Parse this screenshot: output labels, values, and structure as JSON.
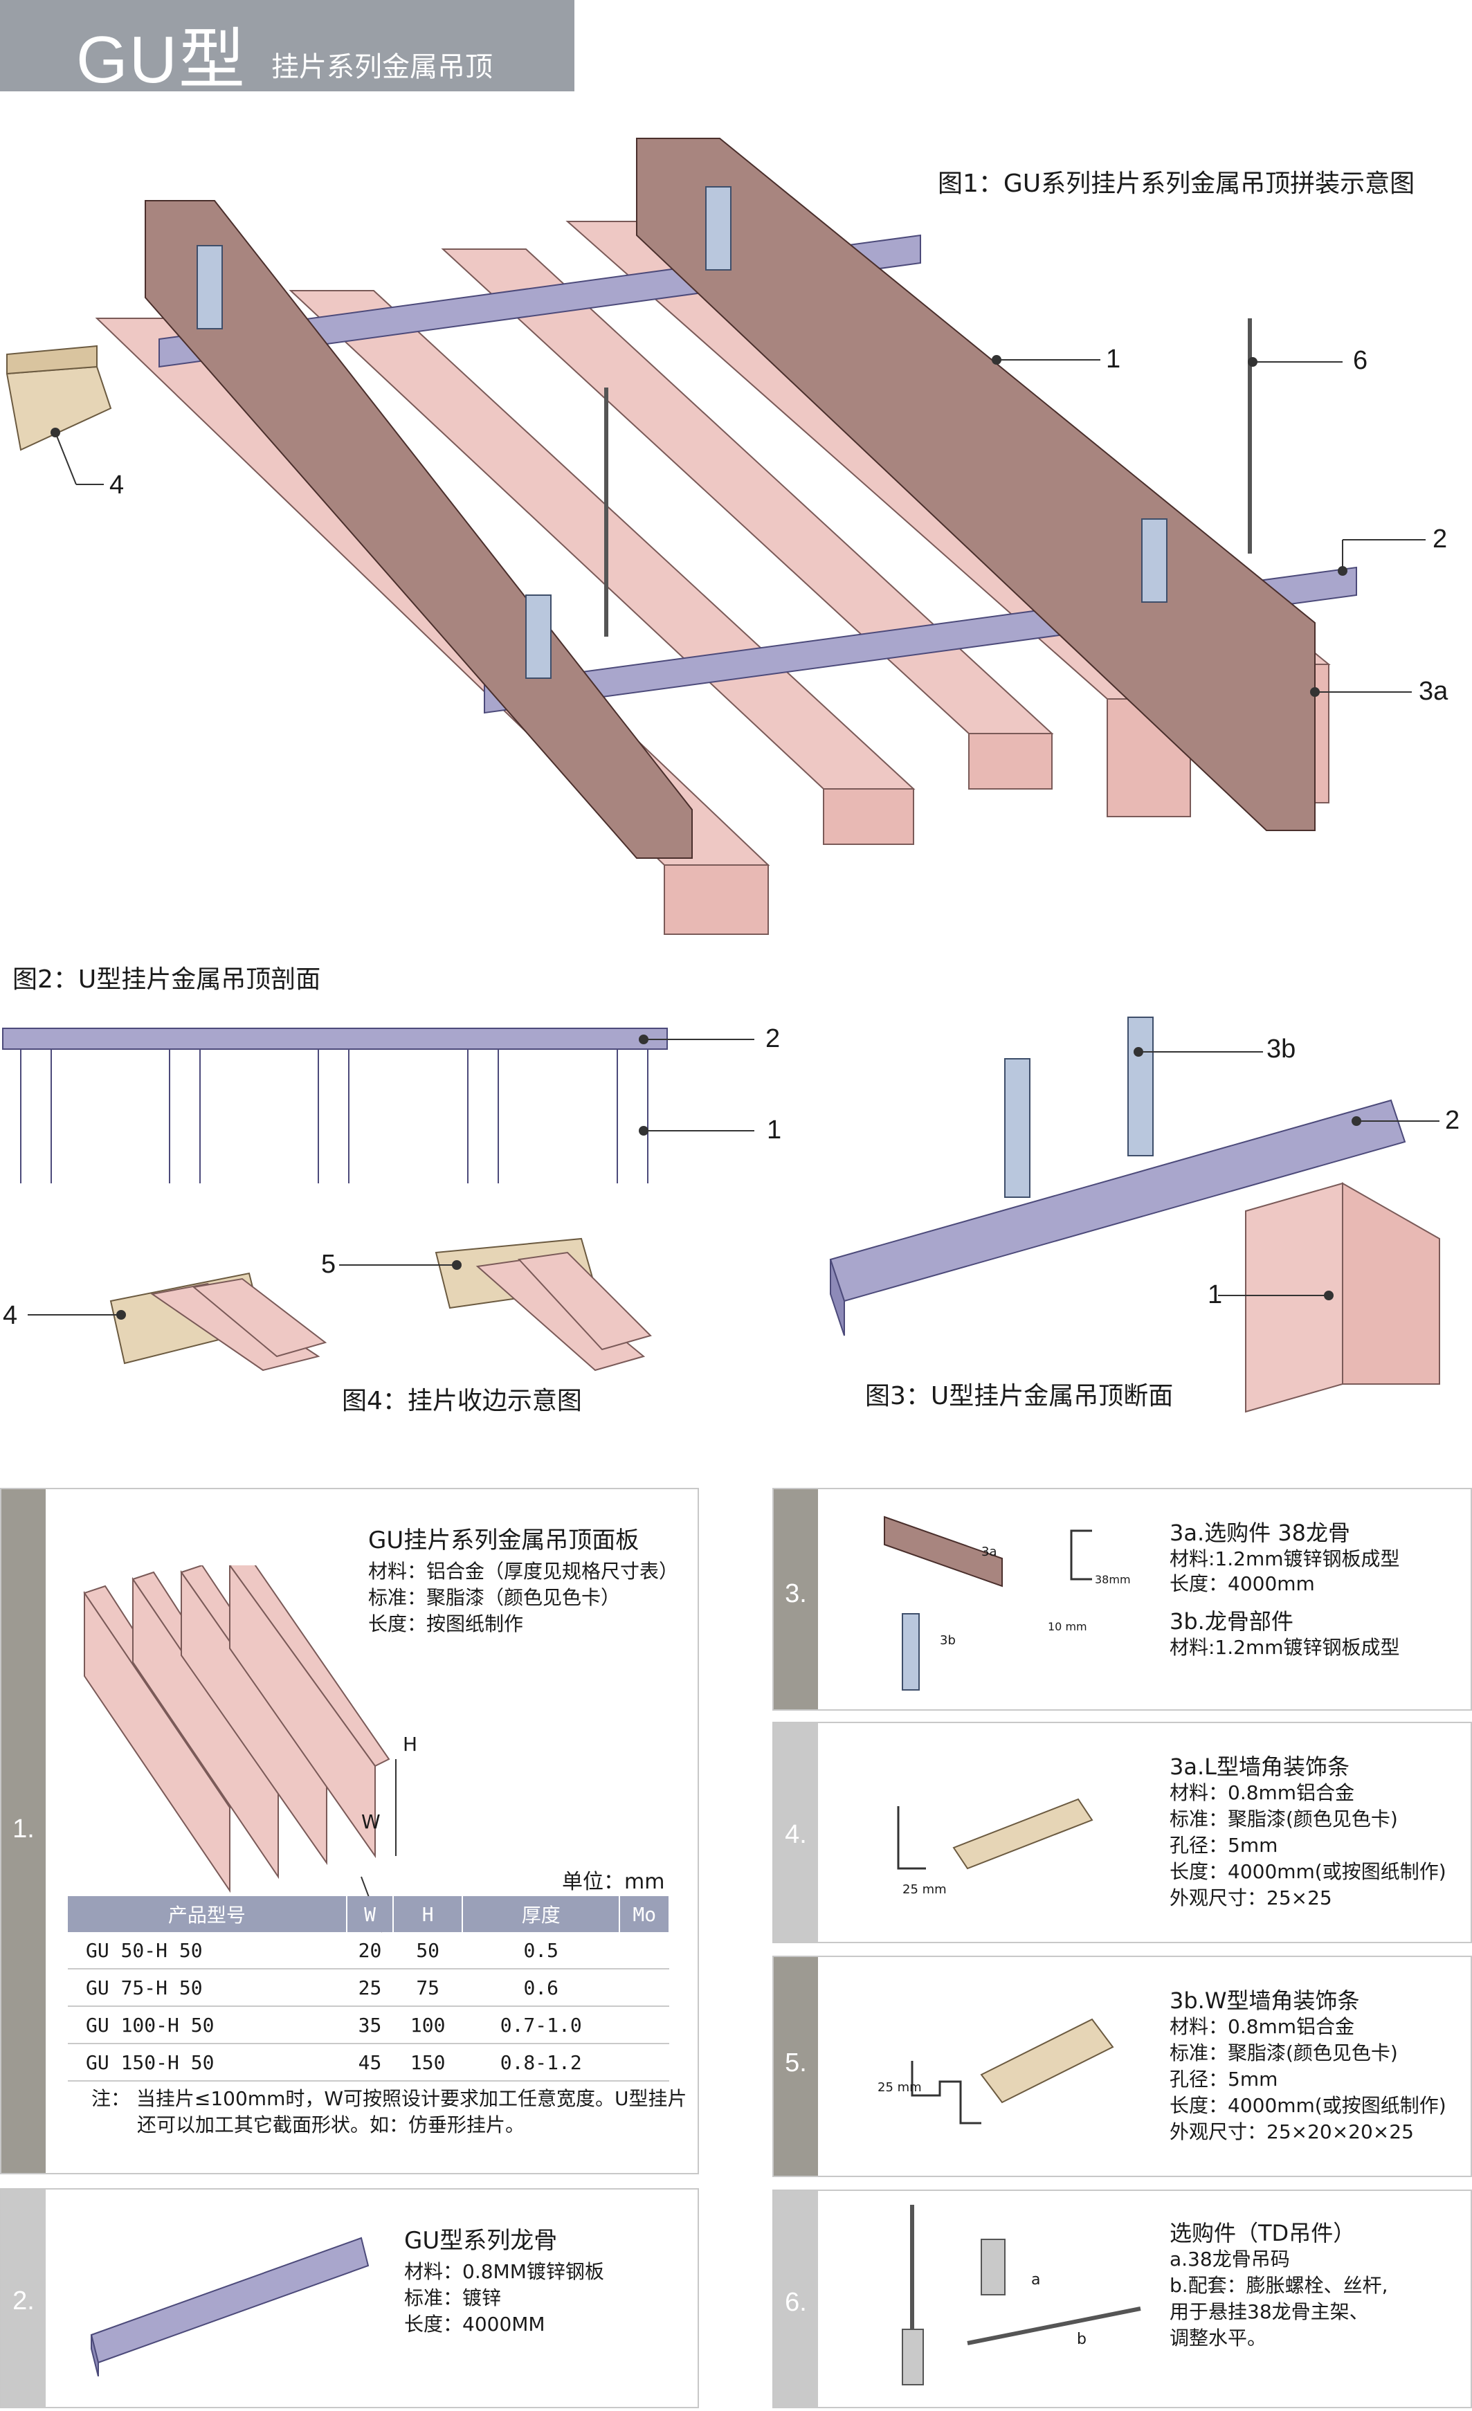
{
  "header": {
    "big": "GU型",
    "small": "挂片系列金属吊顶"
  },
  "fig1": {
    "caption": "图1：GU系列挂片系列金属吊顶拼装示意图",
    "callouts": [
      "1",
      "6",
      "2",
      "3a",
      "4"
    ]
  },
  "fig2": {
    "caption": "图2：U型挂片金属吊顶剖面",
    "callouts": [
      "2",
      "1"
    ]
  },
  "fig3": {
    "caption": "图3：U型挂片金属吊顶断面",
    "callouts": [
      "3b",
      "2",
      "1"
    ]
  },
  "fig4": {
    "caption": "图4：挂片收边示意图",
    "callouts": [
      "5",
      "4"
    ]
  },
  "panel1": {
    "num": "1.",
    "title": "GU挂片系列金属吊顶面板",
    "lines": [
      "材料：铝合金（厚度见规格尺寸表）",
      "标准：聚脂漆（颜色见色卡）",
      "长度：按图纸制作"
    ],
    "dim_h": "H",
    "dim_w": "W",
    "unit": "单位：mm",
    "columns": [
      "产品型号",
      "W",
      "H",
      "厚度",
      "Mo"
    ],
    "rows": [
      [
        "GU 50-H 50",
        "20",
        "50",
        "0.5",
        ""
      ],
      [
        "GU 75-H 50",
        "25",
        "75",
        "0.6",
        ""
      ],
      [
        "GU 100-H 50",
        "35",
        "100",
        "0.7-1.0",
        ""
      ],
      [
        "GU 150-H 50",
        "45",
        "150",
        "0.8-1.2",
        ""
      ]
    ],
    "note1": "注： 当挂片≤100mm时，W可按照设计要求加工任意宽度。U型挂片",
    "note2": "还可以加工其它截面形状。如：仿垂形挂片。"
  },
  "panel2": {
    "num": "2.",
    "title": "GU型系列龙骨",
    "lines": [
      "材料：0.8MM镀锌钢板",
      "标准：镀锌",
      "长度：4000MM"
    ]
  },
  "panel3": {
    "num": "3.",
    "title": "3a.选购件    38龙骨",
    "lines": [
      "材料:1.2mm镀锌钢板成型",
      "长度：4000mm"
    ],
    "title2": "3b.龙骨部件",
    "lines2": [
      "材料:1.2mm镀锌钢板成型"
    ],
    "labels": [
      "3a",
      "3b",
      "38mm",
      "10 mm"
    ]
  },
  "panel4": {
    "num": "4.",
    "title": "3a.L型墙角装饰条",
    "lines": [
      "材料：0.8mm铝合金",
      "标准：聚脂漆(颜色见色卡)",
      "孔径：5mm",
      "长度：4000mm(或按图纸制作)",
      "外观尺寸：25×25"
    ],
    "dim": "25 mm"
  },
  "panel5": {
    "num": "5.",
    "title": "3b.W型墙角装饰条",
    "lines": [
      "材料：0.8mm铝合金",
      "标准：聚脂漆(颜色见色卡)",
      "孔径：5mm",
      "长度：4000mm(或按图纸制作)",
      "外观尺寸：25×20×20×25"
    ],
    "dim": "25 mm"
  },
  "panel6": {
    "num": "6.",
    "title": "选购件（TD吊件）",
    "lines": [
      "a.38龙骨吊码",
      "b.配套：膨胀螺栓、丝杆,",
      "用于悬挂38龙骨主架、",
      "调整水平。"
    ],
    "labels": [
      "a",
      "b"
    ]
  },
  "colors": {
    "header": "#9a9fa6",
    "panel_pink": "#eec8c4",
    "panel_pink_edge": "#7a5a58",
    "runner": "#a9a6cc",
    "beam": "#a8857f",
    "bracket": "#b9c7dd",
    "tab_dark": "#9d9a92",
    "tab_light": "#c9c9c9",
    "table_head": "#9aa0b8",
    "trim": "#e6d5b6"
  }
}
